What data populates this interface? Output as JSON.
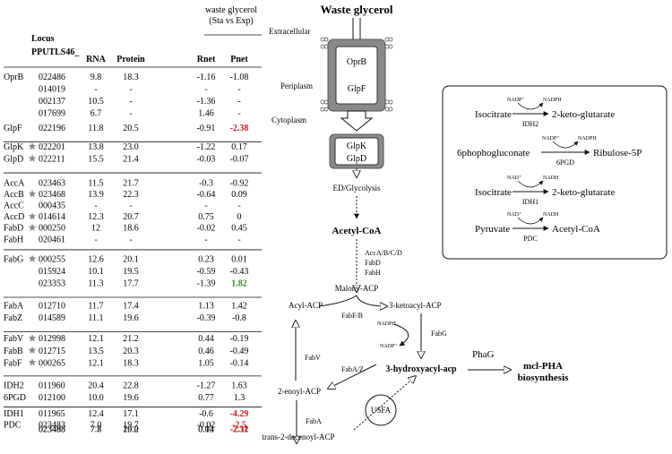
{
  "table": {
    "header": {
      "waste_glycerol": "waste glycerol",
      "sta_vs_exp": "(Sta vs Exp)",
      "locus": "Locus",
      "locus_id": "PPUTLS46_",
      "rna": "RNA",
      "protein": "Protein",
      "rnet": "Rnet",
      "pnet": "Pnet"
    },
    "rows": [
      {
        "gene": "OprB",
        "star": false,
        "locus": "022486",
        "rna": "9.8",
        "protein": "18.3",
        "rnet": "-1.16",
        "pnet": "-1.08",
        "pnet_color": ""
      },
      {
        "gene": "",
        "star": false,
        "locus": "014019",
        "rna": "-",
        "protein": "-",
        "rnet": "-",
        "pnet": "-",
        "pnet_color": ""
      },
      {
        "gene": "",
        "star": false,
        "locus": "002137",
        "rna": "10.5",
        "protein": "-",
        "rnet": "-1.36",
        "pnet": "-",
        "pnet_color": ""
      },
      {
        "gene": "",
        "star": false,
        "locus": "017699",
        "rna": "6.7",
        "protein": "-",
        "rnet": "1.46",
        "pnet": "-",
        "pnet_color": ""
      },
      {
        "gene": "GlpF",
        "star": false,
        "locus": "022196",
        "rna": "11.8",
        "protein": "20.5",
        "rnet": "-0.91",
        "pnet": "-2.38",
        "pnet_color": "#cc1f1f"
      },
      {
        "gene": "GlpK",
        "star": true,
        "locus": "022201",
        "rna": "13.8",
        "protein": "23.0",
        "rnet": "-1.22",
        "pnet": "0.17",
        "pnet_color": ""
      },
      {
        "gene": "GlpD",
        "star": true,
        "locus": "022211",
        "rna": "15.5",
        "protein": "21.4",
        "rnet": "-0.03",
        "pnet": "-0.07",
        "pnet_color": ""
      },
      {
        "gene": "AccA",
        "star": false,
        "locus": "023463",
        "rna": "11.5",
        "protein": "21.7",
        "rnet": "-0.3",
        "pnet": "-0.92",
        "pnet_color": ""
      },
      {
        "gene": "AccB",
        "star": true,
        "locus": "023468",
        "rna": "13.9",
        "protein": "22.3",
        "rnet": "-0.64",
        "pnet": "0.09",
        "pnet_color": ""
      },
      {
        "gene": "AccC",
        "star": false,
        "locus": "000435",
        "rna": "-",
        "protein": "-",
        "rnet": "-",
        "pnet": "-",
        "pnet_color": ""
      },
      {
        "gene": "AccD",
        "star": true,
        "locus": "014614",
        "rna": "12.3",
        "protein": "20.7",
        "rnet": "0.75",
        "pnet": "0",
        "pnet_color": ""
      },
      {
        "gene": "FabD",
        "star": true,
        "locus": "000250",
        "rna": "12",
        "protein": "18.6",
        "rnet": "-0.02",
        "pnet": "0.45",
        "pnet_color": ""
      },
      {
        "gene": "FabH",
        "star": false,
        "locus": "020461",
        "rna": "-",
        "protein": "-",
        "rnet": "-",
        "pnet": "-",
        "pnet_color": ""
      },
      {
        "gene": "FabG",
        "star": true,
        "locus": "000255",
        "rna": "12.6",
        "protein": "20.1",
        "rnet": "0.23",
        "pnet": "0.01",
        "pnet_color": ""
      },
      {
        "gene": "",
        "star": false,
        "locus": "015924",
        "rna": "10.1",
        "protein": "19.5",
        "rnet": "-0.59",
        "pnet": "-0.43",
        "pnet_color": ""
      },
      {
        "gene": "",
        "star": false,
        "locus": "023353",
        "rna": "11.3",
        "protein": "17.7",
        "rnet": "-1.39",
        "pnet": "1.82",
        "pnet_color": "#2e8b2e"
      },
      {
        "gene": "FabA",
        "star": false,
        "locus": "012710",
        "rna": "11.7",
        "protein": "17.4",
        "rnet": "1.13",
        "pnet": "1.42",
        "pnet_color": ""
      },
      {
        "gene": "FabZ",
        "star": false,
        "locus": "014589",
        "rna": "11.1",
        "protein": "19.6",
        "rnet": "-0.39",
        "pnet": "-0.8",
        "pnet_color": ""
      },
      {
        "gene": "FabV",
        "star": true,
        "locus": "012998",
        "rna": "12.1",
        "protein": "21.2",
        "rnet": "0.44",
        "pnet": "-0.19",
        "pnet_color": ""
      },
      {
        "gene": "FabB",
        "star": true,
        "locus": "012715",
        "rna": "13.5",
        "protein": "20.3",
        "rnet": "0.46",
        "pnet": "-0.49",
        "pnet_color": ""
      },
      {
        "gene": "FabF",
        "star": true,
        "locus": "000265",
        "rna": "12.1",
        "protein": "18.3",
        "rnet": "1.05",
        "pnet": "-0.14",
        "pnet_color": ""
      },
      {
        "gene": "IDH2",
        "star": false,
        "locus": "011960",
        "rna": "20.4",
        "protein": "22.8",
        "rnet": "-1.27",
        "pnet": "1.63",
        "pnet_color": ""
      },
      {
        "gene": "6PGD",
        "star": false,
        "locus": "012100",
        "rna": "10.0",
        "protein": "19.6",
        "rnet": "0.77",
        "pnet": "1.3",
        "pnet_color": ""
      },
      {
        "gene": "IDH1",
        "star": false,
        "locus": "011965",
        "rna": "12.4",
        "protein": "17.1",
        "rnet": "-0.6",
        "pnet": "-4.29",
        "pnet_color": "#cc1f1f"
      },
      {
        "gene": "PDC",
        "star": false,
        "locus": "023483",
        "rna": "7.0",
        "protein": "19.7",
        "rnet": "-0.02",
        "pnet": "-2.5",
        "pnet_color": "#cc1f1f"
      },
      {
        "gene": "",
        "star": false,
        "locus": "023488",
        "rna": "7.8",
        "protein": "20.2",
        "rnet": "0.03",
        "pnet": "-2.32",
        "pnet_color": "#cc1f1f"
      },
      {
        "gene": "",
        "star": false,
        "locus": "023493",
        "rna": "7.7",
        "protein": "19.0",
        "rnet": "0.14",
        "pnet": "-2.11",
        "pnet_color": "#cc1f1f"
      }
    ]
  },
  "pathway": {
    "waste_glycerol": "Waste glycerol",
    "extracellular": "Extracellular",
    "periplasm": "Periplasm",
    "cytoplasm": "Cytoplasm",
    "oprb": "OprB",
    "glpf": "GlpF",
    "glpk": "GlpK",
    "glpd": "GlpD",
    "ed_glycolysis": "ED/Glycolysis",
    "acetyl_coa": "Acetyl-CoA",
    "acc": "AccA/B/C/D",
    "fabd": "FabD",
    "fabh": "FabH",
    "malony_acp": "Malony-ACP",
    "acyl_acp": "Acyl-ACP",
    "fabfb": "FabF/B",
    "ketoacyl_acp": "3-ketoacyl-ACP",
    "nadph": "NADPH",
    "nadp": "NADP⁺",
    "fabg": "FabG",
    "fabv": "FabV",
    "enoyl_acp": "2-enoyl-ACP",
    "fabaz": "FabA/Z",
    "hydroxyacyl_acp": "3-hydroxyacyl-acp",
    "phag": "PhaG",
    "mcl_pha": "mcl-PHA",
    "biosynthesis": "biosynthesis",
    "faba": "FabA",
    "usfa": "USFA",
    "decenoyl_acp": "trans-2-decenoyl-ACP"
  },
  "cofactors": [
    {
      "substrate": "Isocitrate",
      "in": "NADP⁺",
      "out": "NADPH",
      "enzyme": "IDH2",
      "product": "2-keto-glutarate"
    },
    {
      "substrate": "6phophogluconate",
      "in": "NADP⁺",
      "out": "NADPH",
      "enzyme": "6PGD",
      "product": "Ribulose-5P"
    },
    {
      "substrate": "Isocitrate",
      "in": "NAD⁺",
      "out": "NADH",
      "enzyme": "IDH1",
      "product": "2-keto-glutarate"
    },
    {
      "substrate": "Pyruvate",
      "in": "NAD⁺",
      "out": "NADH",
      "enzyme": "PDC",
      "product": "Acetyl-CoA"
    }
  ],
  "colors": {
    "red": "#cc1f1f",
    "green": "#2e8b2e",
    "star": "#8a8a8a",
    "membrane": "#7a7a7a"
  }
}
